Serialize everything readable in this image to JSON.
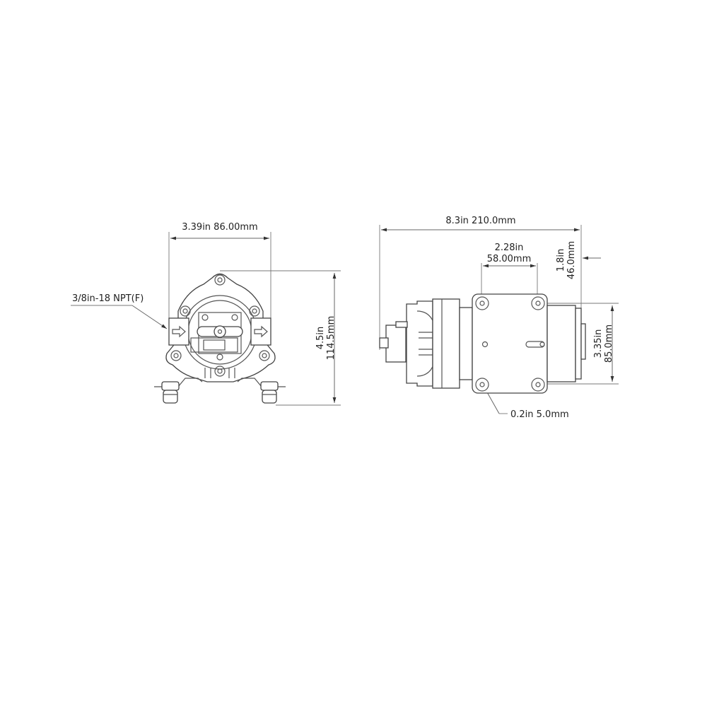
{
  "drawing": {
    "front_view": {
      "width_label": "3.39in 86.00mm",
      "height_label_in": "4.5in",
      "height_label_mm": "114.5mm",
      "port_label": "3/8in-18 NPT(F)"
    },
    "side_view": {
      "length_label": "8.3in   210.0mm",
      "hole_spacing_in": "2.28in",
      "hole_spacing_mm": "58.00mm",
      "offset_in": "1.8in",
      "offset_mm": "46.0mm",
      "mount_height_in": "3.35in",
      "mount_height_mm": "85.0mm",
      "hole_diameter_label": "0.2in   5.0mm"
    },
    "colors": {
      "line": "#555555",
      "text": "#222222",
      "background": "#ffffff"
    }
  }
}
